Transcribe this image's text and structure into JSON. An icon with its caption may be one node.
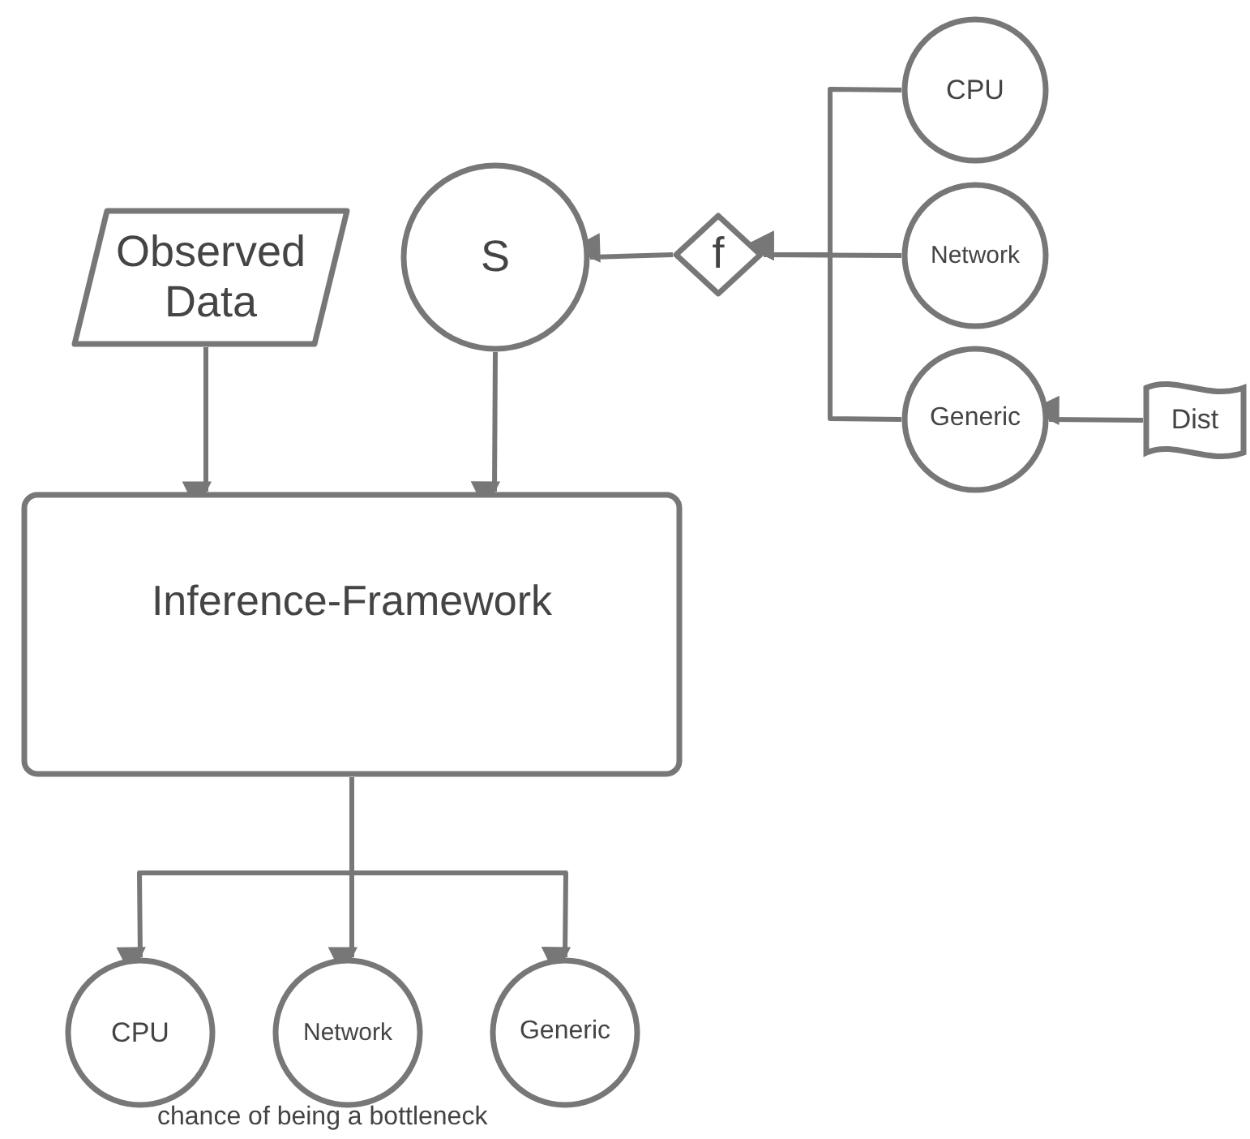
{
  "diagram": {
    "nodes": [
      {
        "text": [
          "Observed Data"
        ]
      },
      {
        "text": [
          "S"
        ]
      },
      {
        "text": [
          "f"
        ]
      },
      {
        "text": [
          "CPU"
        ]
      },
      {
        "text": [
          "Network"
        ]
      },
      {
        "text": [
          "Generic"
        ]
      },
      {
        "text": [
          "Dist"
        ]
      },
      {
        "text": [
          "Inference-Framework"
        ]
      },
      {
        "text": [
          "CPU"
        ]
      },
      {
        "text": [
          "Network"
        ]
      },
      {
        "text": [
          "Generic"
        ]
      }
    ],
    "edges": [
      {
        "from": 3,
        "to": 2,
        "arrow": "to"
      },
      {
        "from": 4,
        "to": 2,
        "arrow": "to"
      },
      {
        "from": 5,
        "to": 2,
        "arrow": "to"
      },
      {
        "from": 2,
        "to": 1,
        "arrow": "to"
      },
      {
        "from": 6,
        "to": 5,
        "arrow": "to"
      },
      {
        "from": 0,
        "to": 7,
        "arrow": "to"
      },
      {
        "from": 1,
        "to": 7,
        "arrow": "to"
      },
      {
        "from": 7,
        "to": 8,
        "arrow": "to"
      },
      {
        "from": 7,
        "to": 9,
        "arrow": "to"
      },
      {
        "from": 7,
        "to": 10,
        "arrow": "to"
      }
    ],
    "labels": [
      "chance of being a bottleneck"
    ]
  }
}
